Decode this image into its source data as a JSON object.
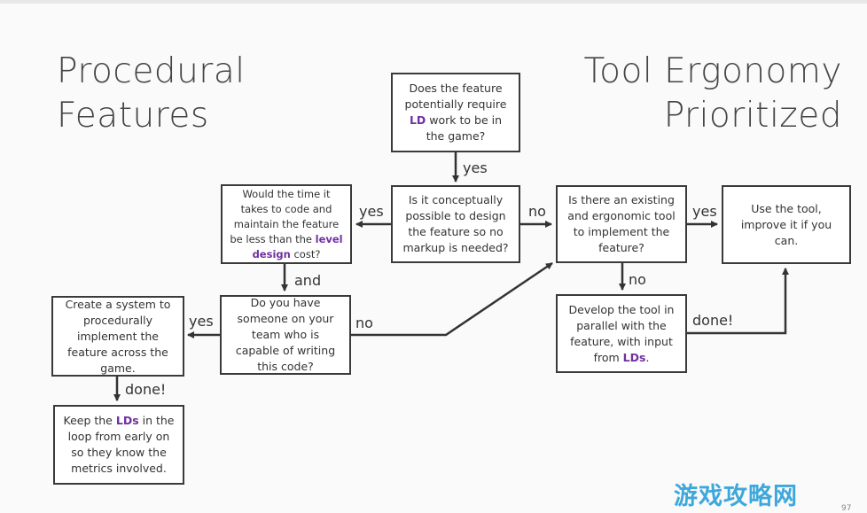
{
  "titles": {
    "left_line1": "Procedural",
    "left_line2": "Features",
    "right_line1": "Tool Ergonomy",
    "right_line2": "Prioritized"
  },
  "boxes": {
    "q_ld": {
      "pre": "Does the feature potentially require ",
      "accent": "LD",
      "post": " work to be in the game?"
    },
    "q_no_markup": {
      "text": "Is it conceptually possible to design the feature so no markup is needed?"
    },
    "q_time": {
      "pre": "Would the time it takes to code and maintain the feature be less than the ",
      "accent": "level design",
      "post": " cost?"
    },
    "q_someone": {
      "text": "Do you have someone on your team who is capable of writing this code?"
    },
    "create_system": {
      "text": "Create a system to procedurally implement the feature across the game."
    },
    "keep_lds": {
      "pre": "Keep the ",
      "accent": "LDs",
      "post": " in the loop from early on so they know the metrics involved."
    },
    "q_existing_tool": {
      "text": "Is there an existing and ergonomic tool to implement the feature?"
    },
    "use_tool": {
      "text": "Use the tool, improve it if you can."
    },
    "develop_tool": {
      "pre": "Develop the tool in parallel with the feature, with input from ",
      "accent": "LDs",
      "post": "."
    }
  },
  "edge_labels": {
    "ld_yes": "yes",
    "markup_yes": "yes",
    "markup_no": "no",
    "time_and": "and",
    "someone_yes": "yes",
    "someone_no": "no",
    "create_done": "done!",
    "tool_yes": "yes",
    "tool_no": "no",
    "develop_done": "done!"
  },
  "watermark": "游戏攻略网",
  "page_number": "97",
  "colors": {
    "accent": "#7030a0",
    "watermark": "#2aa0d8"
  }
}
